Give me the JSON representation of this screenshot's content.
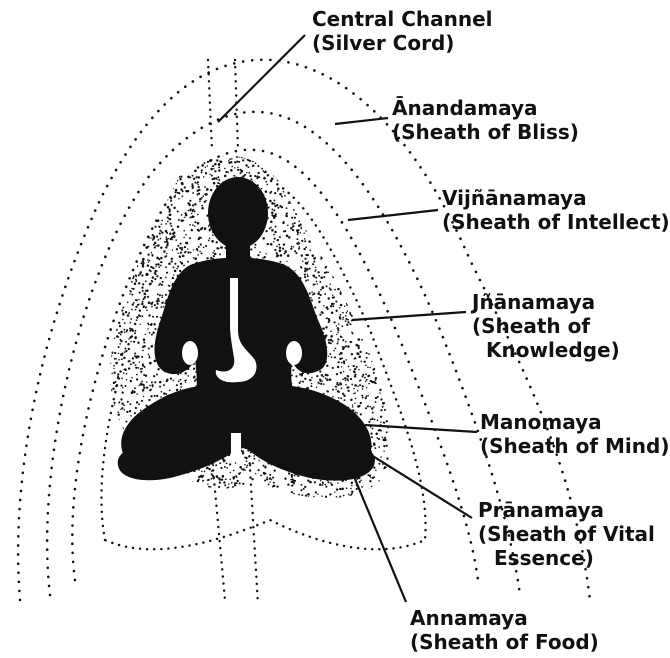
{
  "colors": {
    "ink": "#111111",
    "background": "#ffffff",
    "stomach": "#ffffff"
  },
  "figure": {
    "name": "seated-meditating-figure",
    "stomach": "stomach-shape"
  },
  "labels": {
    "central_channel": {
      "line1": "Central Channel",
      "line2": "(Silver Cord)"
    },
    "anandamaya": {
      "line1": "Ānandamaya",
      "line2": "(Sheath of Bliss)"
    },
    "vijnanamaya": {
      "line1": "Vijñānamaya",
      "line2": "(Sheath of Intellect)"
    },
    "jnanamaya": {
      "line1": "Jñānamaya",
      "line2": "(Sheath of",
      "line3": "Knowledge)"
    },
    "manomaya": {
      "line1": "Manomaya",
      "line2": "(Sheath of Mind)"
    },
    "pranamaya": {
      "line1": "Prānamaya",
      "line2": "(Sheath of Vital",
      "line3": "Essence)"
    },
    "annamaya": {
      "line1": "Annamaya",
      "line2": "(Sheath of Food)"
    }
  }
}
